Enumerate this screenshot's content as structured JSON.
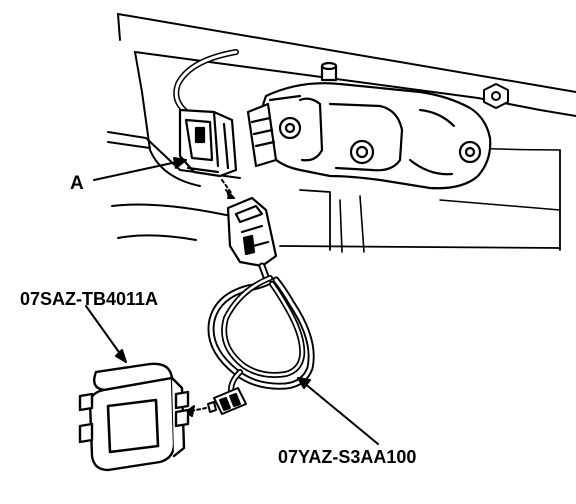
{
  "labels": {
    "connector": "A",
    "tool_box": "07SAZ-TB4011A",
    "harness": "07YAZ-S3AA100"
  },
  "colors": {
    "ink": "#000000",
    "background": "#ffffff",
    "shade": "#cfcfcf"
  }
}
